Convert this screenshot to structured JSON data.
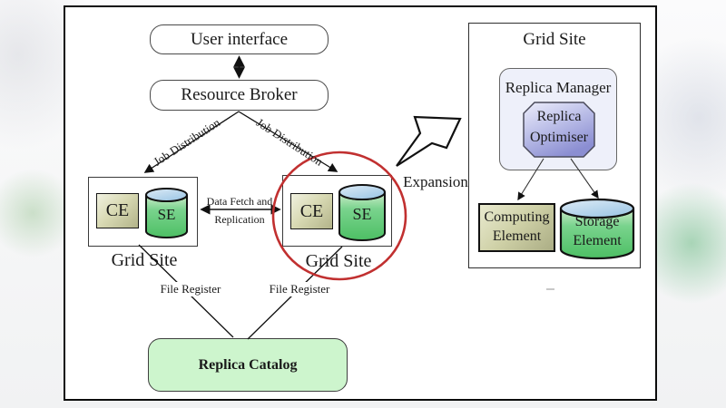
{
  "diagram": {
    "user_interface": {
      "label": "User interface"
    },
    "resource_broker": {
      "label": "Resource Broker"
    },
    "arrows": {
      "job_distribution_left": "Job Distribution",
      "job_distribution_right": "Job Distribution",
      "data_fetch_line1": "Data Fetch and",
      "data_fetch_line2": "Replication",
      "expansion": "Expansion",
      "file_register_left": "File Register",
      "file_register_right": "File Register"
    },
    "grid_site_left": {
      "ce": "CE",
      "se": "SE",
      "caption": "Grid Site"
    },
    "grid_site_right": {
      "ce": "CE",
      "se": "SE",
      "caption": "Grid Site"
    },
    "replica_catalog": {
      "label": "Replica Catalog"
    },
    "expanded_grid_site": {
      "title": "Grid Site",
      "replica_manager": "Replica Manager",
      "replica_optimiser": {
        "line1": "Replica",
        "line2": "Optimiser"
      },
      "computing_element": {
        "line1": "Computing",
        "line2": "Element"
      },
      "storage_element": {
        "line1": "Storage",
        "line2": "Element"
      }
    },
    "colors": {
      "highlight_circle": "#c13030",
      "ce_fill": "#d9dab4",
      "se_body_green": "#5fcb74",
      "se_top_blue": "#b7d3ea",
      "replica_catalog_fill": "#cdf5cd",
      "replica_manager_fill": "#eef0fa",
      "replica_optimiser_purple": "#9093d5"
    }
  }
}
